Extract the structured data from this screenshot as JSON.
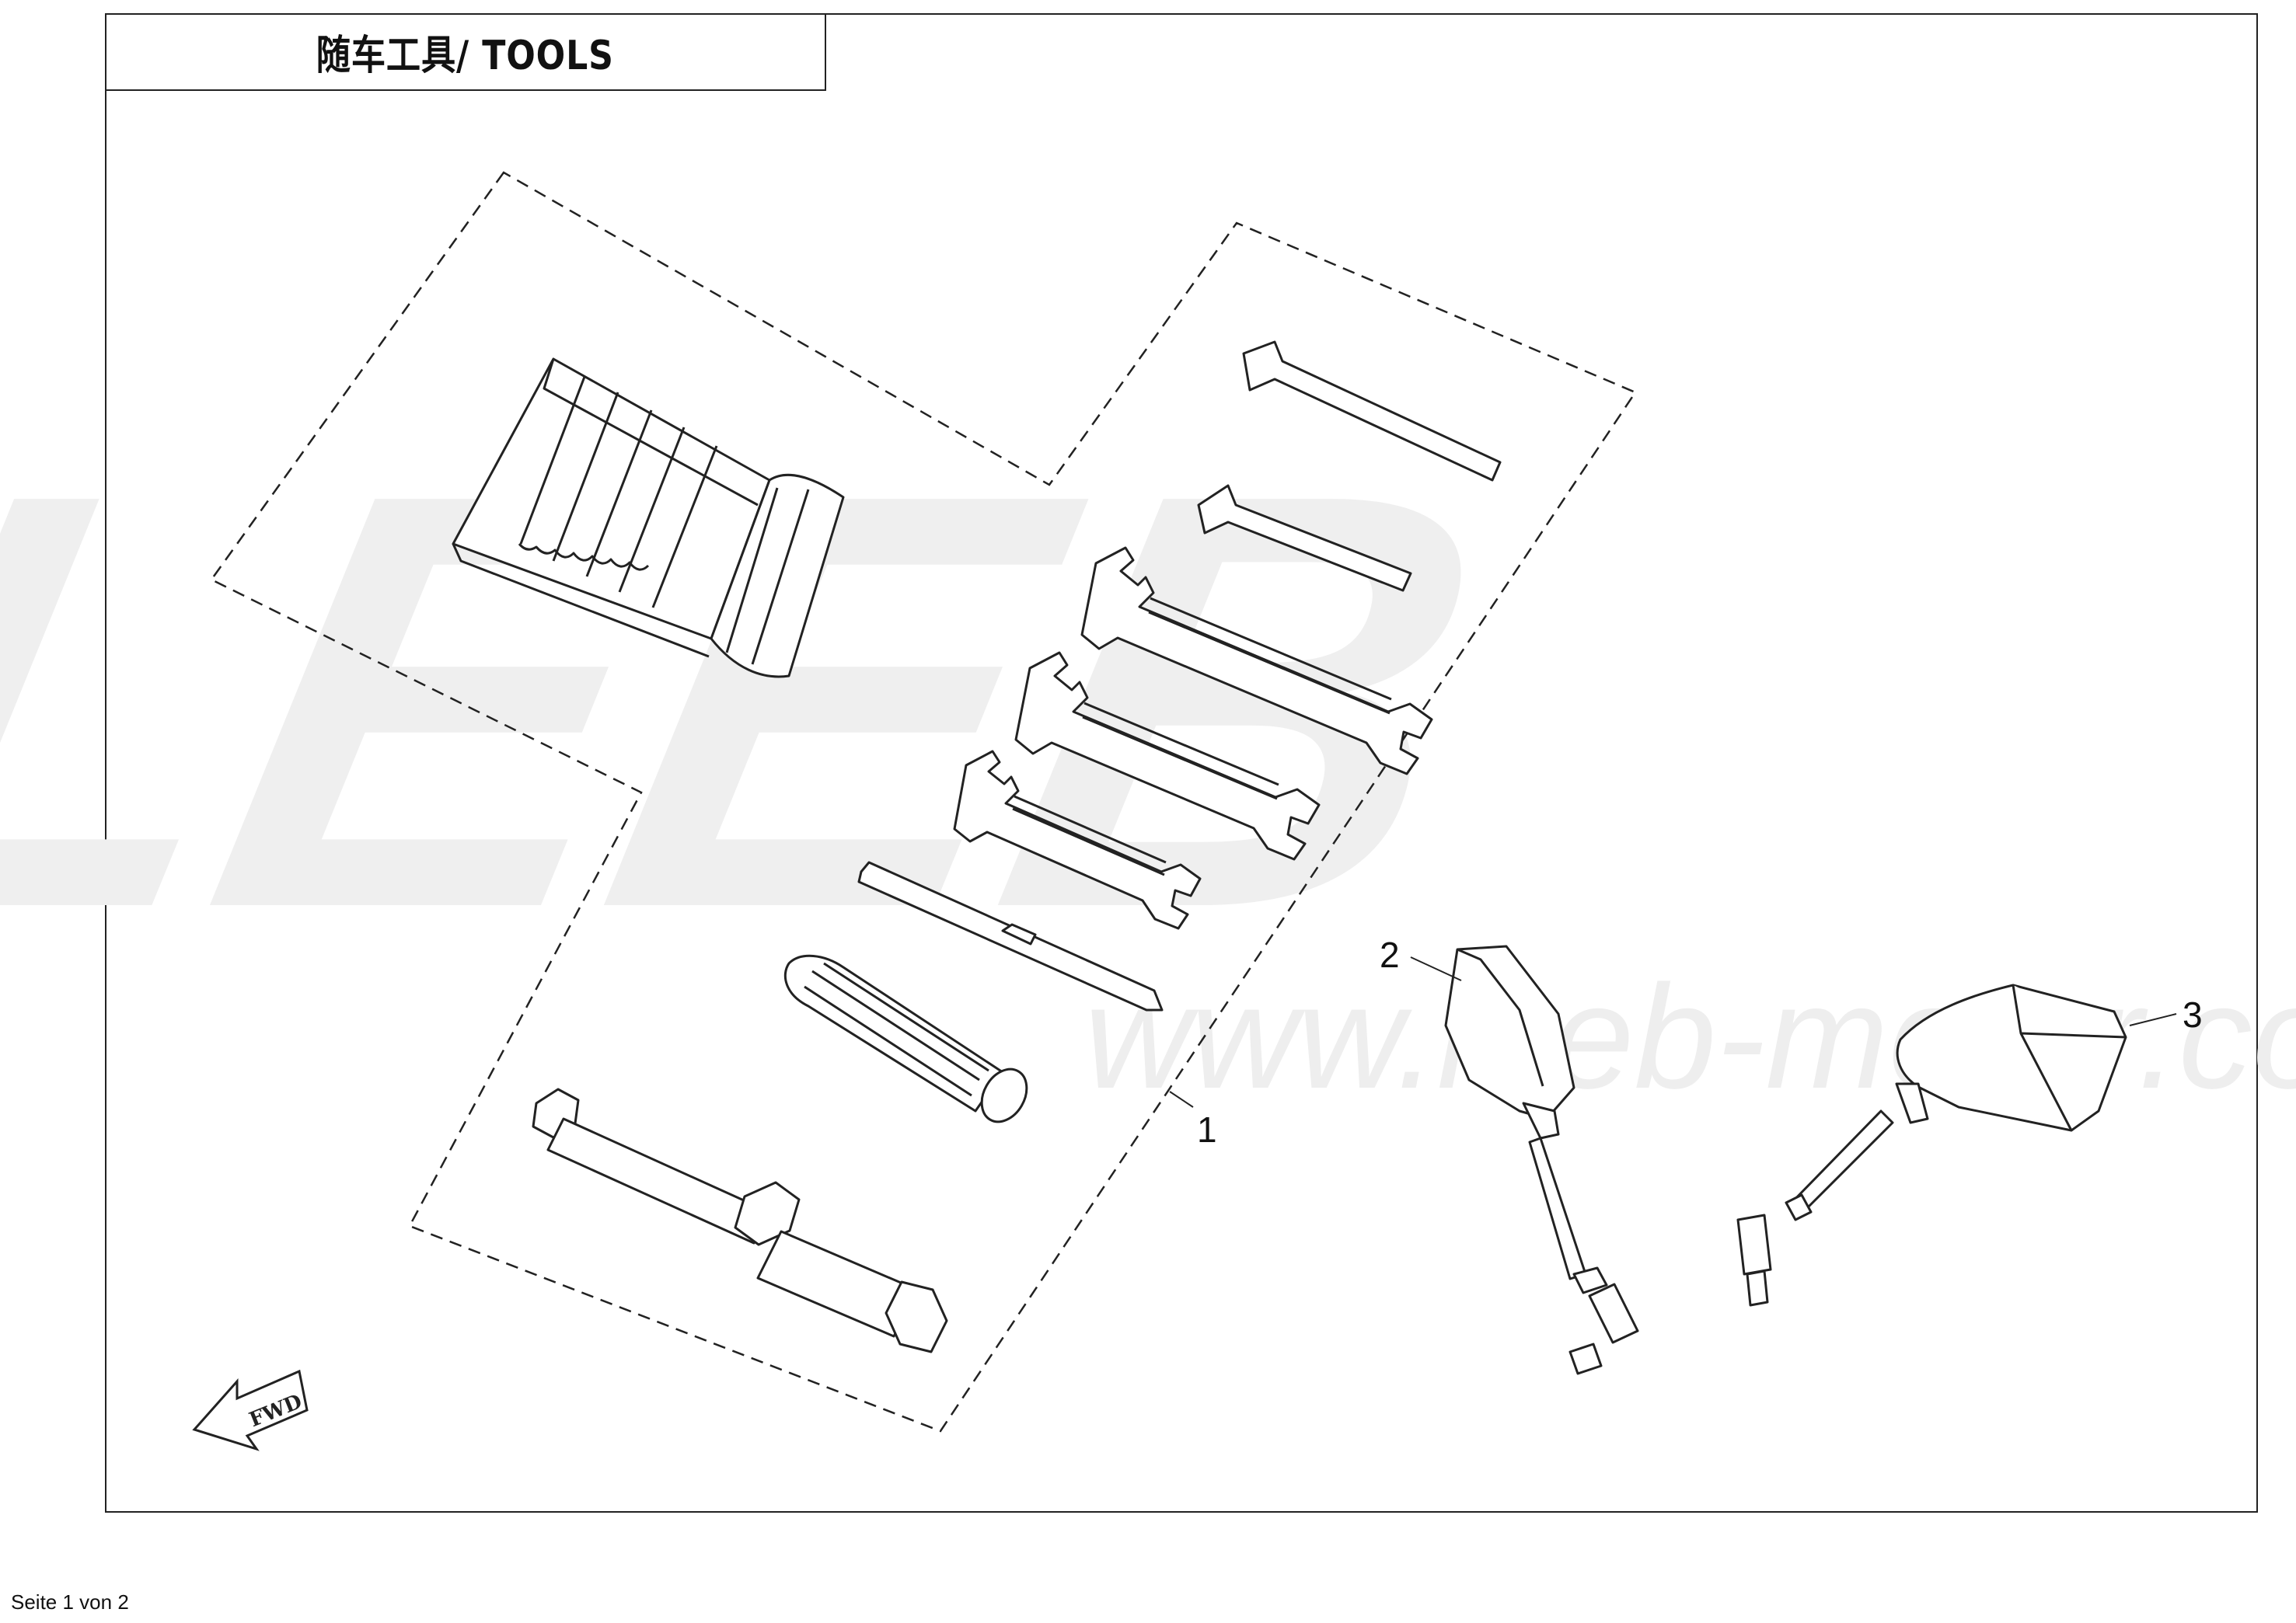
{
  "title": "随车工具/ TOOLS",
  "watermark": {
    "brand": "LEEB",
    "url": "www.leeb-motor.com"
  },
  "callouts": {
    "tool_kit": "1",
    "left_mirror": "2",
    "right_mirror": "3"
  },
  "fwd_label": "FWD",
  "footer": "Seite 1 von 2",
  "colors": {
    "line": "#222222",
    "watermark": "#efefef"
  }
}
